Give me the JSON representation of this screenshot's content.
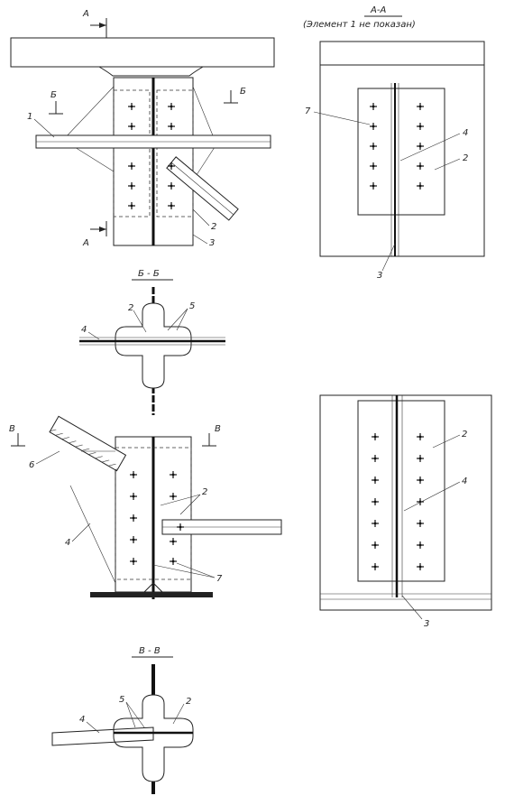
{
  "labels": {
    "cut_a_marker": "А",
    "cut_b_marker": "Б",
    "cut_v_marker": "В",
    "section_a_title": "А-А",
    "section_a_note": "(Элемент 1 не показан)",
    "section_b_title": "Б - Б",
    "section_v_title": "В - В",
    "n1": "1",
    "n2": "2",
    "n3": "3",
    "n4": "4",
    "n5": "5",
    "n6": "6",
    "n7": "7"
  },
  "icons": {
    "bolt": "bolt-cross-icon",
    "hatch": "hatching-pattern"
  }
}
